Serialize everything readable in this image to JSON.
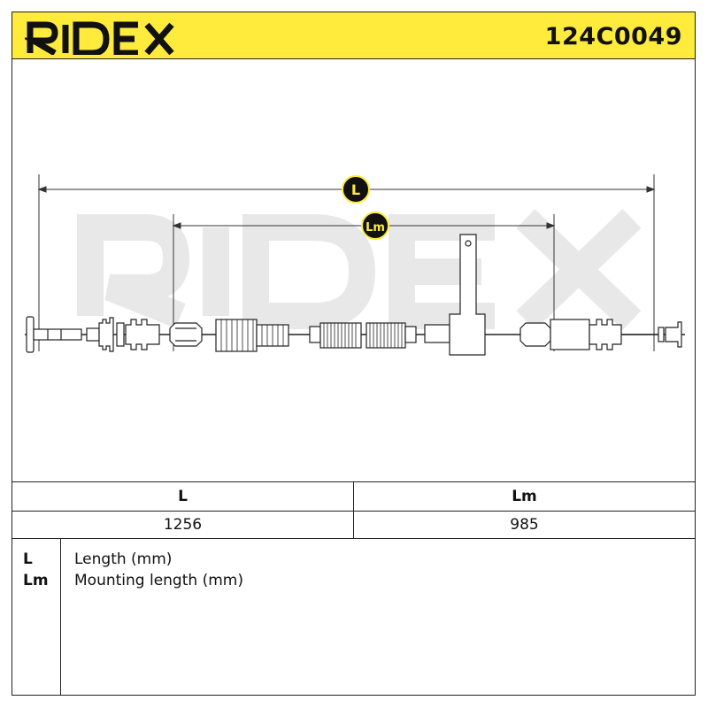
{
  "header": {
    "brand": "RIDEX",
    "part_number": "124C0049",
    "colors": {
      "banner": "#ffeb3b",
      "text": "#111111"
    }
  },
  "drawing": {
    "watermark": "RIDEX",
    "dimension_markers": [
      "L",
      "Lm"
    ]
  },
  "table": {
    "columns": [
      "L",
      "Lm"
    ],
    "values": [
      "1256",
      "985"
    ]
  },
  "legend": [
    {
      "key": "L",
      "description": "Length (mm)"
    },
    {
      "key": "Lm",
      "description": "Mounting length (mm)"
    }
  ]
}
